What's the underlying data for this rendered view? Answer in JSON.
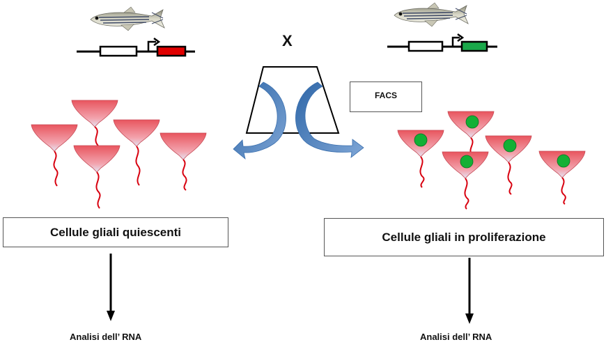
{
  "cross_symbol": "X",
  "sorter_label": "FACS",
  "left_box_label": "Cellule gliali quiescenti",
  "right_box_label": "Cellule gliali in proliferazione",
  "left_output_label": "Analisi dell’ RNA",
  "right_output_label": "Analisi dell’ RNA",
  "colors": {
    "reporter_red": "#e00000",
    "reporter_green": "#1aa84a",
    "arrow_blue": "#4a7fc0",
    "cell_red": "#e8555e",
    "nucleus_green": "#13b035"
  }
}
